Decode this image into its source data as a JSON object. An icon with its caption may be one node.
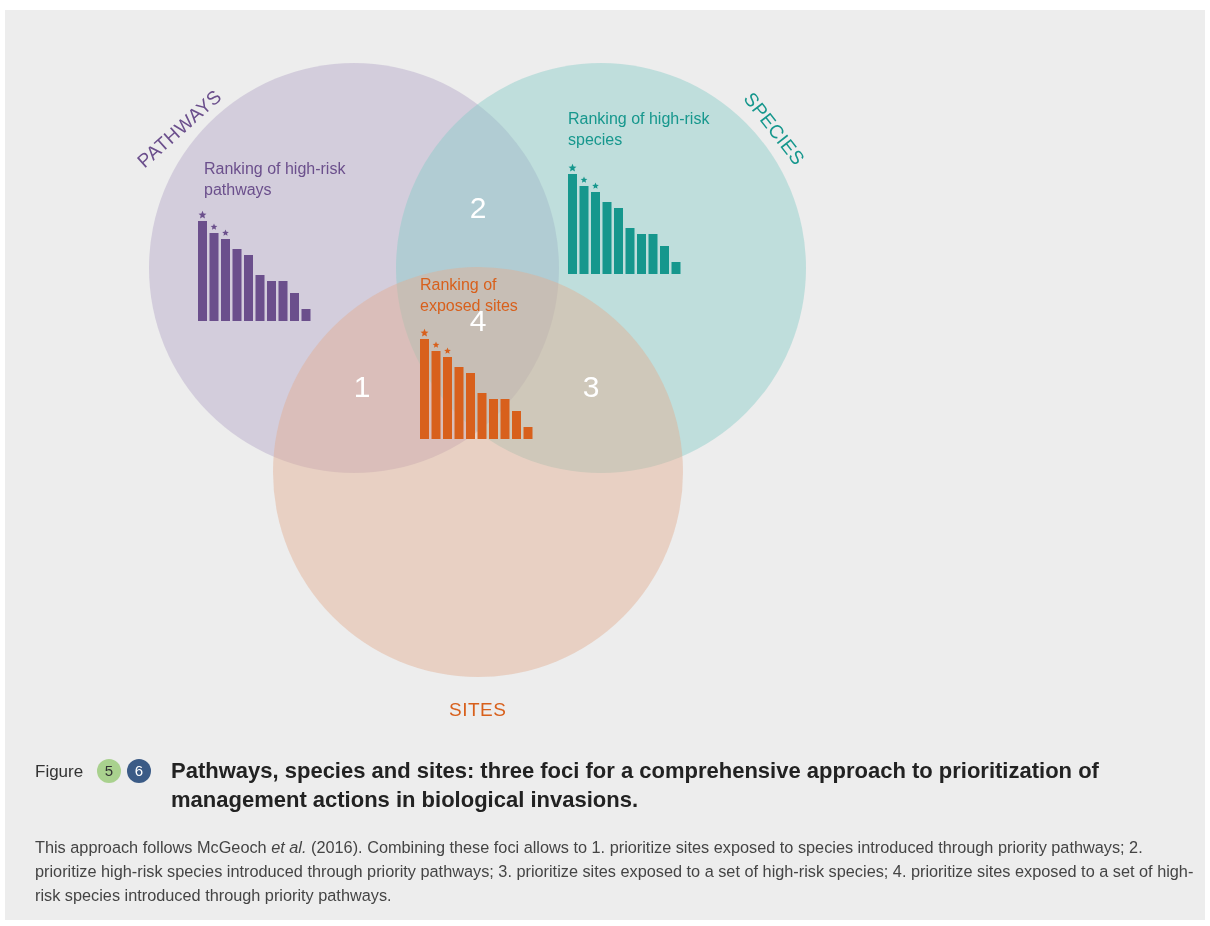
{
  "diagram": {
    "title": "Pathways, species and sites: three foci for a comprehensive approach to prioritization of management actions in biological invasions.",
    "caption": "This approach follows McGeoch *et al.* (2016). Combining these foci allows to 1. prioritize sites exposed to species introduced through priority pathways; 2. prioritize high-risk species introduced through priority pathways; 3. prioritize sites exposed to a set of high-risk species; 4. prioritize sites exposed to a set of high-risk species introduced through priority pathways.",
    "nodes": [
      {
        "text": [
          "PATHWAYS",
          "Ranking of high-risk pathways"
        ]
      },
      {
        "text": [
          "SPECIES",
          "Ranking of high-risk species"
        ]
      },
      {
        "text": [
          "Ranking of exposed sites",
          "SITES"
        ]
      }
    ],
    "labels": [
      "2",
      "4",
      "1",
      "3",
      "Figure",
      "5",
      "6"
    ]
  }
}
